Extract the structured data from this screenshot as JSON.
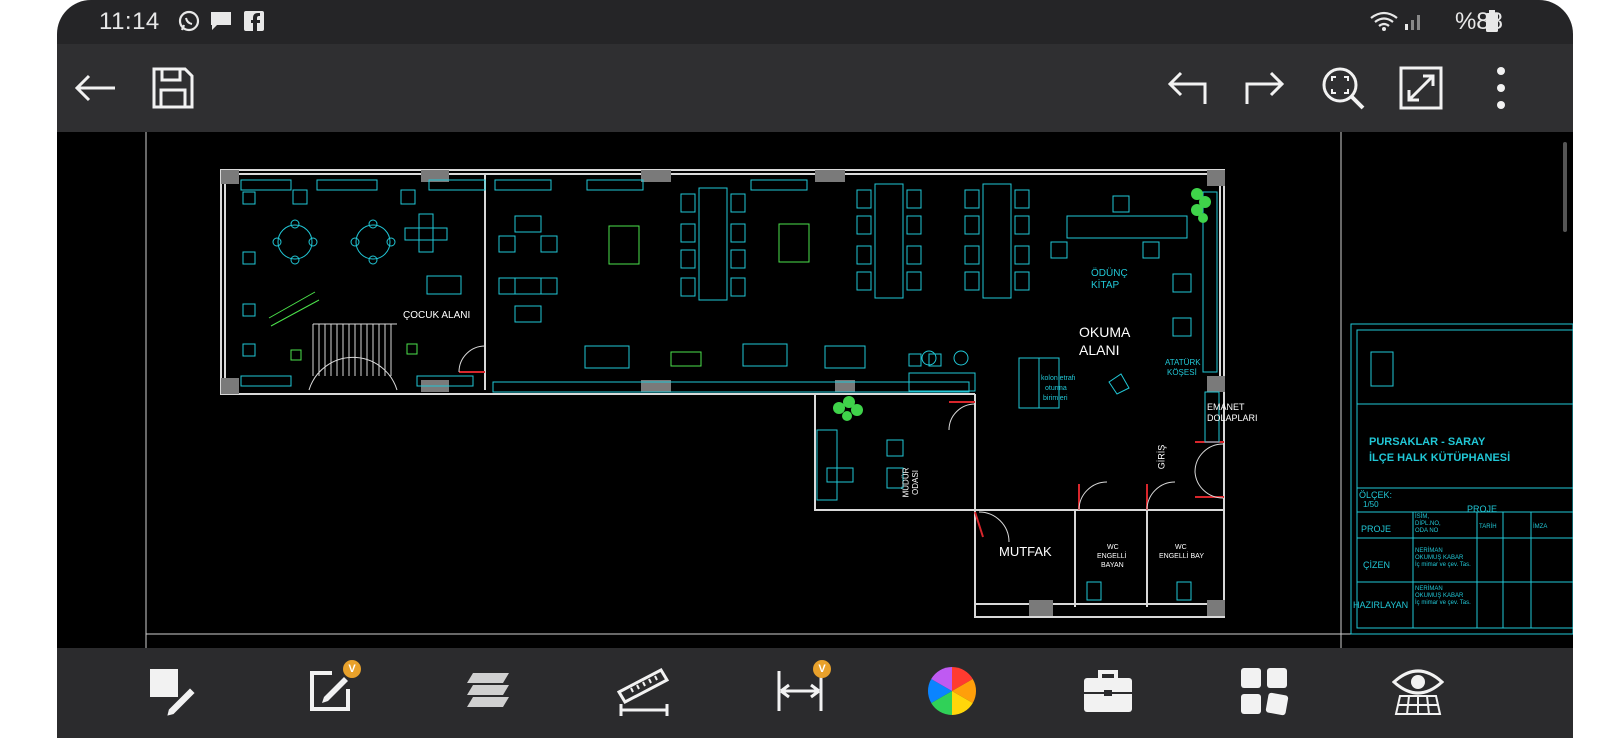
{
  "status_bar": {
    "time": "11:14",
    "battery": "%88",
    "icons": [
      "whatsapp-icon",
      "message-icon",
      "facebook-icon",
      "wifi-icon",
      "signal-icon",
      "battery-icon"
    ]
  },
  "toolbar": {
    "left": [
      "back-arrow-icon",
      "save-icon"
    ],
    "right": [
      "undo-icon",
      "redo-icon",
      "zoom-extents-icon",
      "fullscreen-icon",
      "more-vertical-icon"
    ]
  },
  "drawing": {
    "rooms": {
      "children_area": "ÇOCUK ALANI",
      "reading_area_1": "OKUMA",
      "reading_area_2": "ALANI",
      "lend_1": "ÖDÜNÇ",
      "lend_2": "KİTAP",
      "ataturk_1": "ATATÜRK",
      "ataturk_2": "KÖŞESİ",
      "locker_1": "EMANET",
      "locker_2": "DOLAPLARI",
      "entrance": "GİRİŞ",
      "director_1": "MÜDÜR",
      "director_2": "ODASI",
      "kitchen": "MUTFAK",
      "wc_female_1": "WC",
      "wc_female_2": "ENGELLİ",
      "wc_female_3": "BAYAN",
      "wc_male_1": "WC",
      "wc_male_2": "ENGELLİ BAY",
      "column_1": "kolon etrafı",
      "column_2": "oturma",
      "column_3": "birimleri"
    },
    "title_block": {
      "title_1": "PURSAKLAR - SARAY",
      "title_2": "İLÇE HALK KÜTÜPHANESİ",
      "scale_label": "ÖLÇEK:",
      "scale_value": "1/50",
      "proje_header": "PROJE",
      "proje": "PROJE",
      "cizen": "ÇİZEN",
      "hazirlayan": "HAZIRLAYAN",
      "tarih": "TARİH",
      "imza": "İMZA",
      "info_1": "İSİM,",
      "info_2": "DİPL.NO,",
      "info_3": "ODA NO",
      "cizen_name": "NERİMAN",
      "cizen_name_2": "OKUMUŞ KABAR",
      "cizen_role": "İç mimar ve çev. Tas.",
      "haz_name": "NERİMAN",
      "haz_name_2": "OKUMUŞ KABAR",
      "haz_role": "İç mimar ve çev. Tas."
    },
    "colors": {
      "wall": "#d9d9d9",
      "furniture": "#21c7d6",
      "plant": "#3fd34a",
      "door_accent": "#d8262c",
      "furniture_highlight": "#4be24b"
    }
  },
  "bottom_bar": {
    "tools": [
      {
        "icon": "markup-icon",
        "badge": ""
      },
      {
        "icon": "edit-icon",
        "badge": "V"
      },
      {
        "icon": "layers-icon",
        "badge": ""
      },
      {
        "icon": "measure-ruler-icon",
        "badge": ""
      },
      {
        "icon": "dimension-icon",
        "badge": "V"
      },
      {
        "icon": "color-wheel-icon",
        "badge": ""
      },
      {
        "icon": "toolbox-icon",
        "badge": ""
      },
      {
        "icon": "blocks-icon",
        "badge": ""
      },
      {
        "icon": "view-icon",
        "badge": ""
      }
    ]
  }
}
